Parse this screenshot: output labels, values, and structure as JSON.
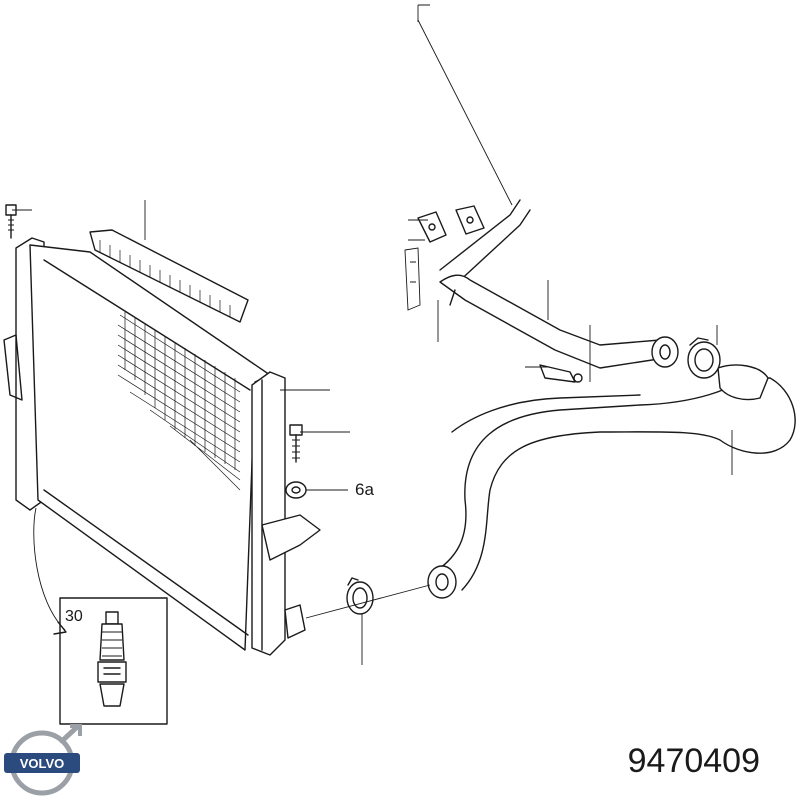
{
  "callouts": {
    "label_6a": "6a",
    "label_30": "30"
  },
  "logo": {
    "brand": "VOLVO"
  },
  "part_number": "9470409"
}
